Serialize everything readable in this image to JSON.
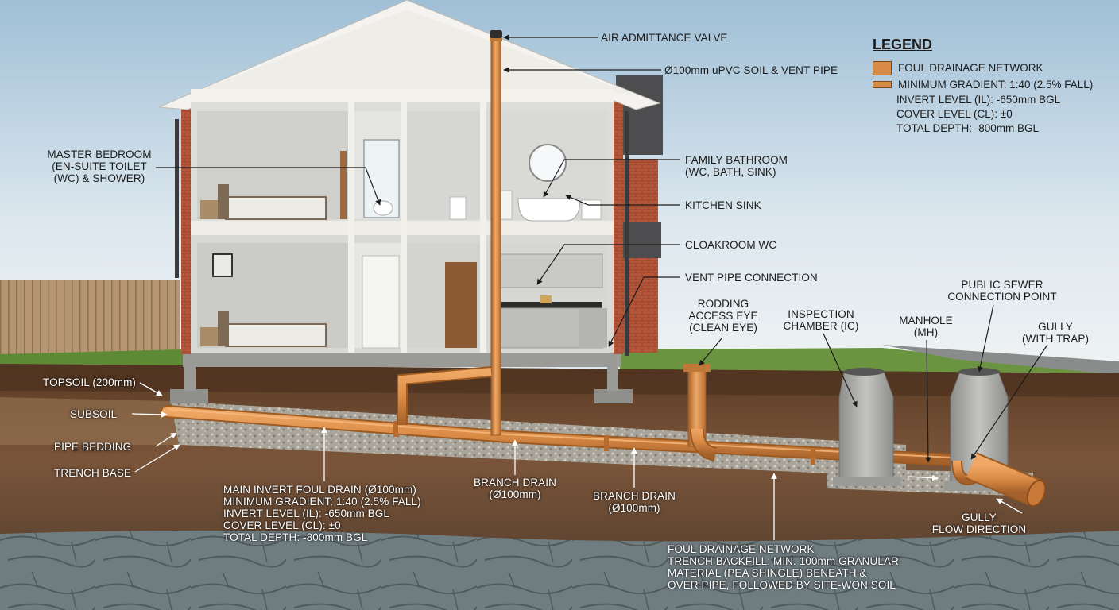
{
  "colors": {
    "pipe": "#d98a45",
    "pipe_edge": "#9a5a22",
    "brick": "#b5563a",
    "soil": "#6e4a2e",
    "gravel": "#a9a59c",
    "rock": "#6f7c80",
    "concrete": "#a9a9a6",
    "grass": "#5f8a35"
  },
  "legend": {
    "title": "LEGEND",
    "items": [
      {
        "label": "FOUL DRAINAGE NETWORK",
        "swatch": "block"
      },
      {
        "label": "MINIMUM GRADIENT: 1:40 (2.5% FALL)",
        "swatch": "line"
      }
    ],
    "lines": [
      "INVERT LEVEL (IL): -650mm BGL",
      "COVER LEVEL (CL): ±0",
      "TOTAL DEPTH: -800mm BGL"
    ]
  },
  "labels": {
    "air_valve": "AIR ADMITTANCE VALVE",
    "soil_vent_pipe": "Ø100mm uPVC SOIL & VENT PIPE",
    "master_bedroom": [
      "MASTER BEDROOM",
      "(EN-SUITE TOILET",
      "(WC) & SHOWER)"
    ],
    "family_bathroom": [
      "FAMILY BATHROOM",
      "(WC, BATH, SINK)"
    ],
    "kitchen_sink": "KITCHEN SINK",
    "cloakroom_wc": "CLOAKROOM WC",
    "vent_connection": "VENT PIPE CONNECTION",
    "rodding_eye": [
      "RODDING",
      "ACCESS EYE",
      "(CLEAN EYE)"
    ],
    "inspection_chamber": [
      "INSPECTION",
      "CHAMBER (IC)"
    ],
    "manhole": [
      "MANHOLE",
      "(MH)"
    ],
    "public_sewer": [
      "PUBLIC SEWER",
      "CONNECTION POINT"
    ],
    "gully_trap": [
      "GULLY",
      "(WITH TRAP)"
    ],
    "topsoil": "TOPSOIL (200mm)",
    "subsoil": "SUBSOIL",
    "pipe_bedding": "PIPE BEDDING",
    "trench_base": "TRENCH BASE",
    "main_drain": [
      "MAIN INVERT FOUL DRAIN (Ø100mm)",
      "MINIMUM GRADIENT: 1:40 (2.5% FALL)",
      "INVERT LEVEL (IL): -650mm BGL",
      "COVER LEVEL (CL): ±0",
      "TOTAL DEPTH: -800mm BGL"
    ],
    "branch_drain_1": [
      "BRANCH DRAIN",
      "(Ø100mm)"
    ],
    "branch_drain_2": [
      "BRANCH DRAIN",
      "(Ø100mm)"
    ],
    "gully_flow": [
      "GULLY",
      "FLOW DIRECTION"
    ],
    "backfill": [
      "FOUL DRAINAGE NETWORK",
      "TRENCH BACKFILL: MIN. 100mm GRANULAR",
      "MATERIAL (PEA SHINGLE) BENEATH &",
      "OVER PIPE, FOLLOWED BY SITE-WON SOIL"
    ]
  }
}
